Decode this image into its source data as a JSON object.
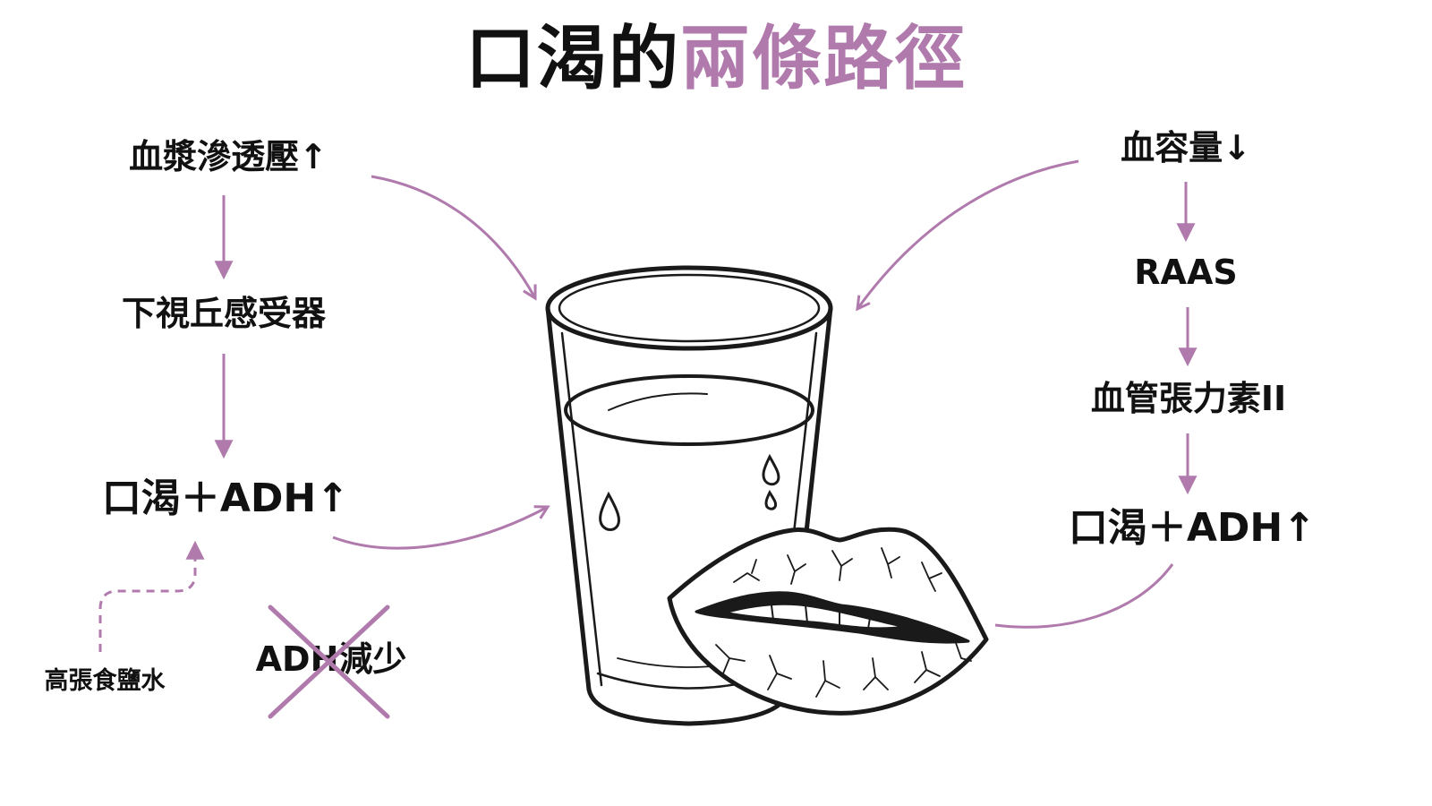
{
  "title": {
    "main": "口渴的",
    "accent": "兩條路徑"
  },
  "colors": {
    "accent": "#b07aad",
    "text": "#111111",
    "line": "#1a1a1a"
  },
  "left_path": {
    "step1": "血漿滲透壓↑",
    "step2": "下視丘感受器",
    "step3": "口渴＋ADH↑",
    "side_input": "高張食鹽水",
    "crossed_out": "ADH減少"
  },
  "right_path": {
    "step1": "血容量↓",
    "step2": "RAAS",
    "step3": "血管張力素II",
    "step4": "口渴＋ADH↑"
  },
  "illustrations": [
    "water-glass-icon",
    "dry-lips-icon",
    "water-drop-icon"
  ]
}
